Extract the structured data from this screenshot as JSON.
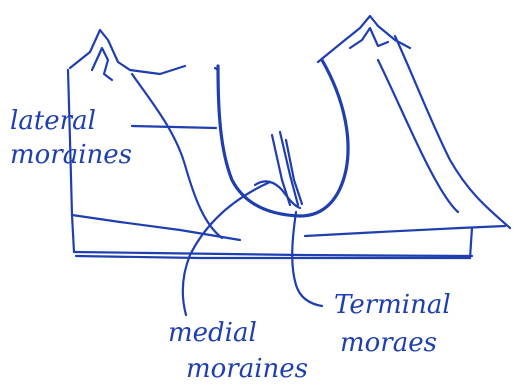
{
  "labels": {
    "lateral_line1": "lateral",
    "lateral_line2": "moraines",
    "medial_line1": "medial",
    "medial_line2": "moraines",
    "terminal_line1": "Terminal",
    "terminal_line2": "moraes"
  },
  "colors": {
    "ink": "#1f3fb0",
    "paper": "#ffffff"
  }
}
